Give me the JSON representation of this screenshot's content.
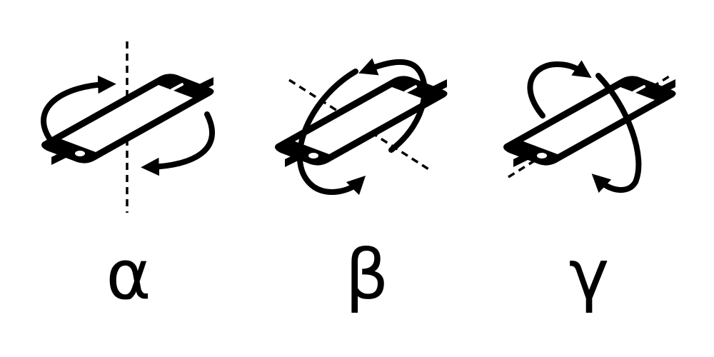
{
  "diagram": {
    "colors": {
      "ink": "#000000",
      "screen": "#ffffff",
      "background": "#ffffff"
    },
    "panels": [
      {
        "id": "alpha",
        "label": "α",
        "icon": "phone-rotate-alpha-icon"
      },
      {
        "id": "beta",
        "label": "β",
        "icon": "phone-rotate-beta-icon"
      },
      {
        "id": "gamma",
        "label": "γ",
        "icon": "phone-rotate-gamma-icon"
      }
    ]
  }
}
